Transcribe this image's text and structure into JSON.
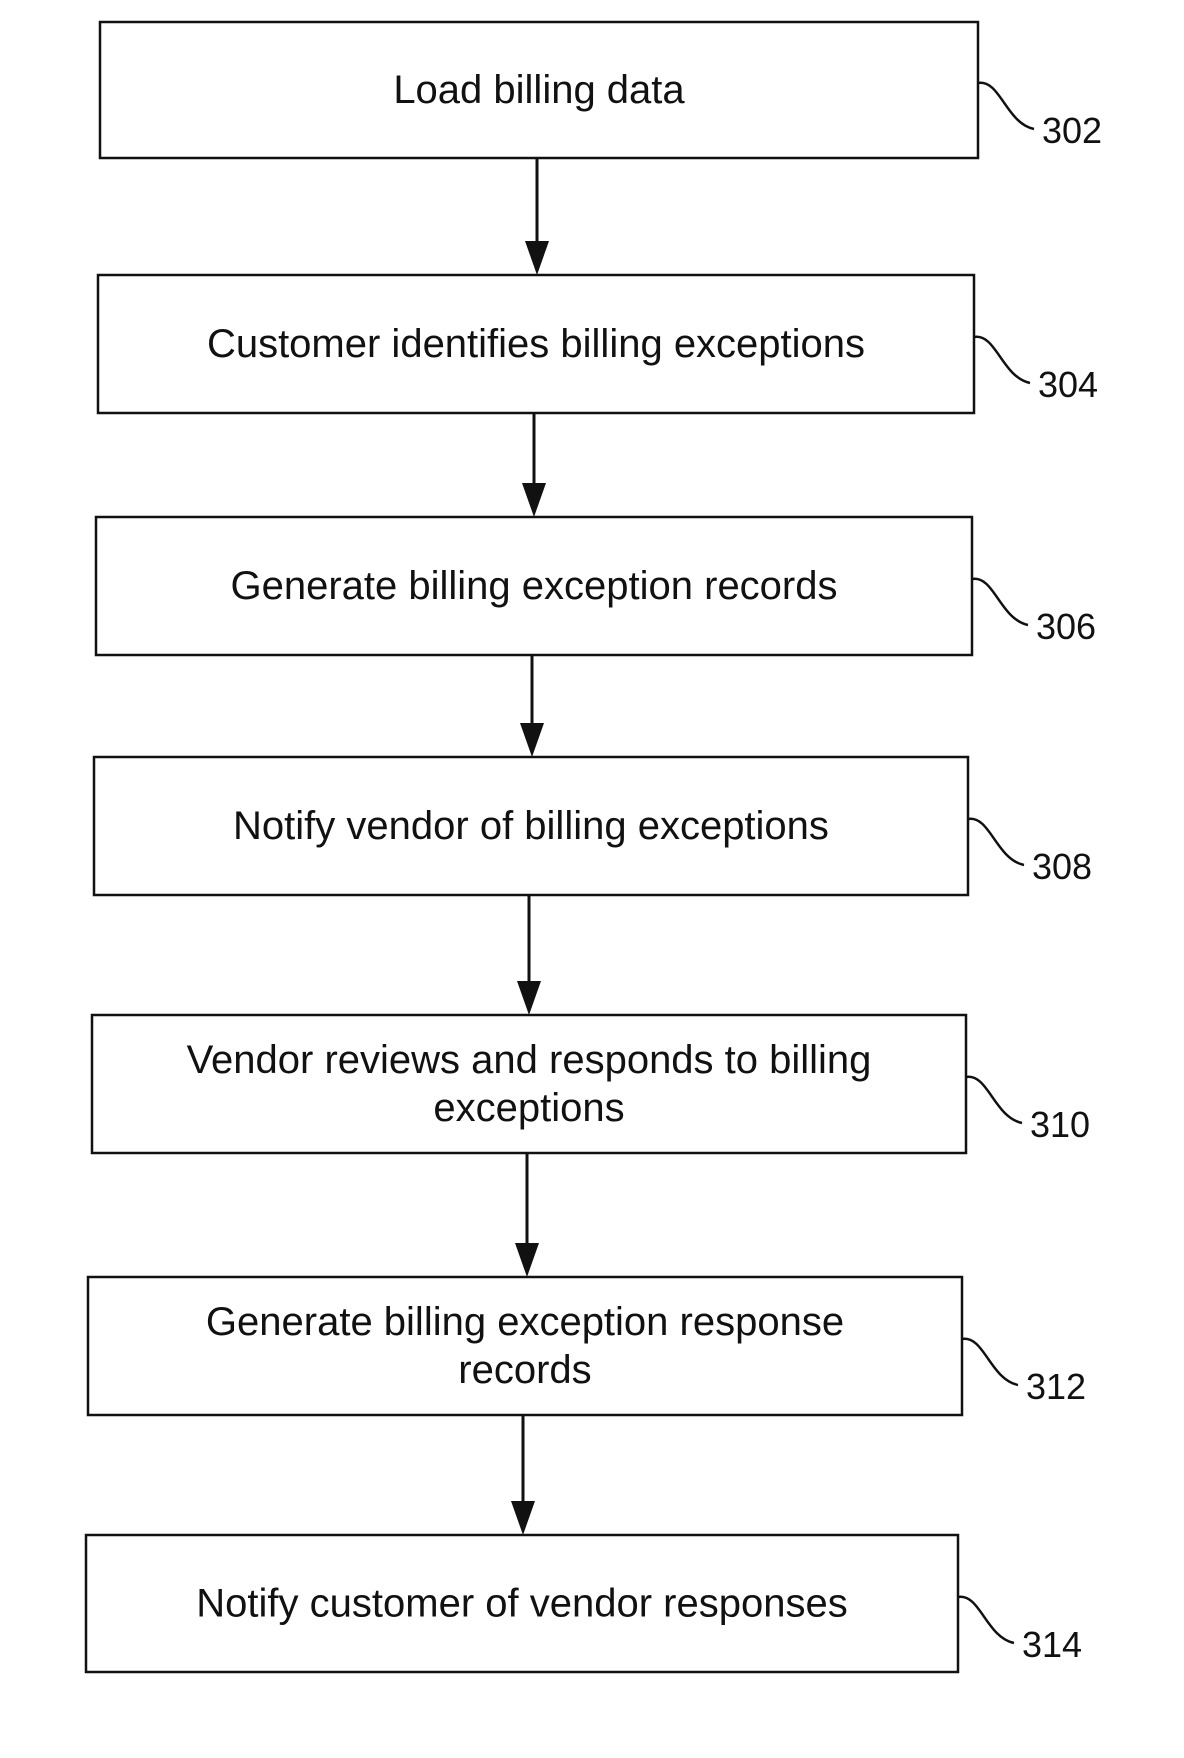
{
  "flowchart": {
    "steps": [
      {
        "label": [
          "Load billing data"
        ],
        "ref": "302"
      },
      {
        "label": [
          "Customer identifies billing exceptions"
        ],
        "ref": "304"
      },
      {
        "label": [
          "Generate billing exception records"
        ],
        "ref": "306"
      },
      {
        "label": [
          "Notify vendor of billing exceptions"
        ],
        "ref": "308"
      },
      {
        "label": [
          "Vendor reviews and responds to billing",
          "exceptions"
        ],
        "ref": "310"
      },
      {
        "label": [
          "Generate billing exception response",
          "records"
        ],
        "ref": "312"
      },
      {
        "label": [
          "Notify customer of vendor responses"
        ],
        "ref": "314"
      }
    ]
  }
}
